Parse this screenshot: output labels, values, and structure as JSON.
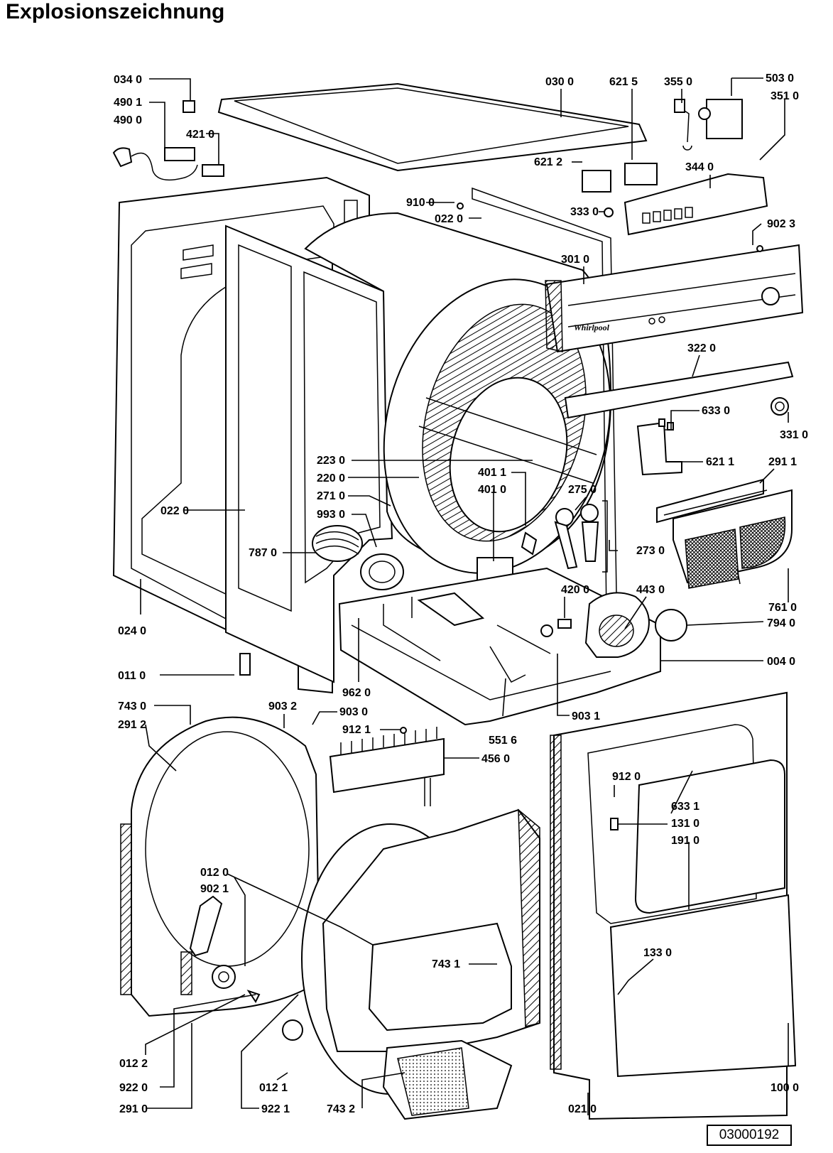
{
  "title": "Explosionszeichnung",
  "reference_number": "03000192",
  "brand_text": "Whirlpool",
  "part_labels": [
    "034 0",
    "490 1",
    "490 0",
    "421 0",
    "030 0",
    "621 5",
    "355 0",
    "503 0",
    "351 0",
    "621 2",
    "344 0",
    "910 0",
    "022 0",
    "333 0",
    "902 3",
    "301 0",
    "322 0",
    "633 0",
    "331 0",
    "223 0",
    "220 0",
    "271 0",
    "993 0",
    "401 1",
    "401 0",
    "275 0",
    "621 1",
    "291 1",
    "022 0",
    "787 0",
    "273 0",
    "420 0",
    "443 0",
    "761 0",
    "024 0",
    "794 0",
    "011 0",
    "004 0",
    "743 0",
    "903 2",
    "962 0",
    "291 2",
    "903 0",
    "903 1",
    "912 1",
    "551 6",
    "456 0",
    "912 0",
    "633 1",
    "131 0",
    "191 0",
    "012 0",
    "902 1",
    "743 1",
    "133 0",
    "012 2",
    "922 0",
    "012 1",
    "100 0",
    "291 0",
    "922 1",
    "743 2",
    "021 0"
  ]
}
